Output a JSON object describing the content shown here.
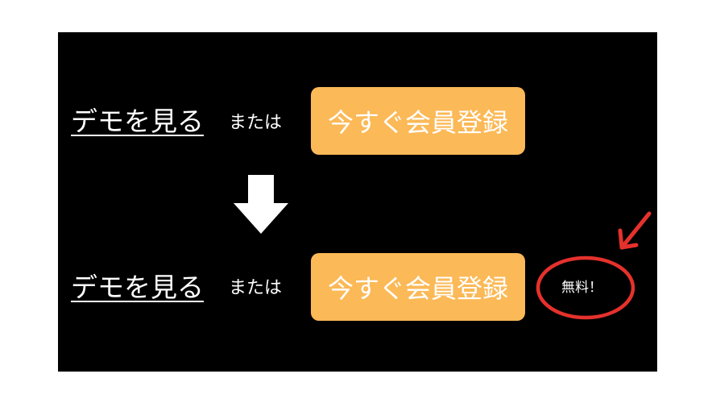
{
  "rows": [
    {
      "demo_link": "デモを見る",
      "or_text": "または",
      "signup_button": "今すぐ会員登録"
    },
    {
      "demo_link": "デモを見る",
      "or_text": "または",
      "signup_button": "今すぐ会員登録",
      "free_badge": "無料！"
    }
  ],
  "colors": {
    "panel": "#000000",
    "button": "#fbb957",
    "highlight": "#e5312c",
    "text": "#ffffff"
  },
  "icons": {
    "transition_arrow": "down-arrow-icon",
    "pointer_arrow": "pointer-arrow-icon"
  }
}
